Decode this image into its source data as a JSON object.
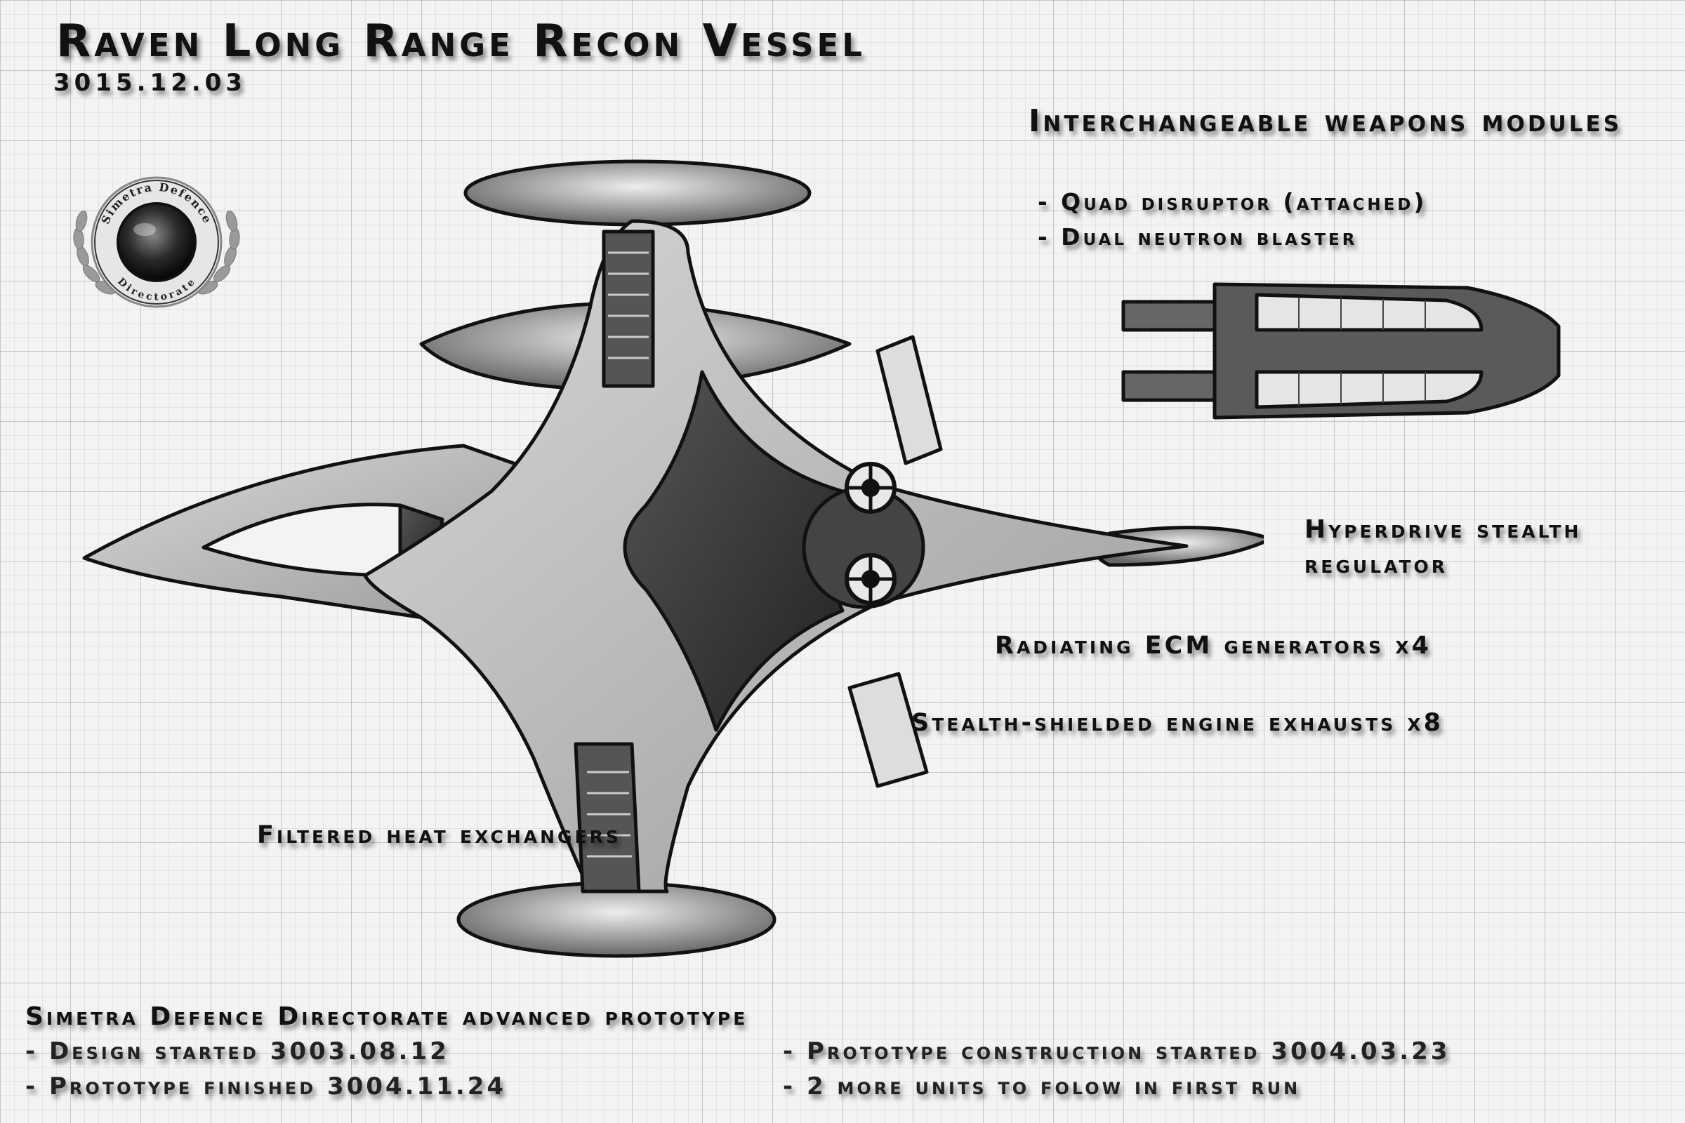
{
  "header": {
    "title": "Raven Long Range Recon Vessel",
    "date": "3015.12.03"
  },
  "emblem": {
    "text_top": "Simetra Defence",
    "text_bottom": "Directorate"
  },
  "weapons": {
    "heading": "Interchangeable weapons modules",
    "items": [
      "- Quad disruptor (attached)",
      "- Dual neutron blaster"
    ]
  },
  "callouts": {
    "hyperdrive": "Hyperdrive stealth regulator",
    "ecm": "Radiating ECM generators x4",
    "exhausts": "Stealth-shielded engine exhausts x8",
    "heat": "Filtered heat exchangers"
  },
  "footer": {
    "heading": "Simetra Defence Directorate advanced prototype",
    "design_started": "- Design started 3003.08.12",
    "prototype_finished": "- Prototype finished 3004.11.24",
    "construction_started": "- Prototype construction started 3004.03.23",
    "more_units": "- 2 more units to folow in first run"
  },
  "icons": [
    "laurel-wreath-icon",
    "ship-drawing",
    "weapon-module-drawing"
  ]
}
